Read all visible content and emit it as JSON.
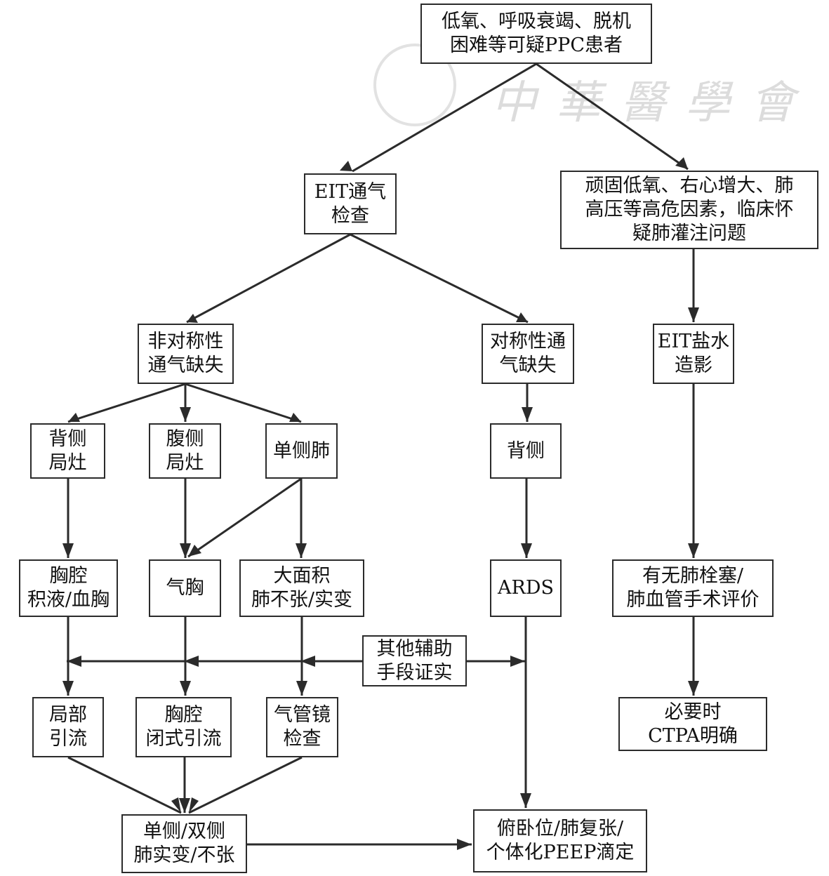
{
  "watermark": {
    "text": "中華醫學會",
    "seal": "seal-logo"
  },
  "nodes": {
    "start": {
      "lines": [
        "低氧、呼吸衰竭、脱机",
        "困难等可疑PPC患者"
      ]
    },
    "eit_vent": {
      "lines": [
        "EIT通气",
        "检查"
      ]
    },
    "perfusion_suspect": {
      "lines": [
        "顽固低氧、右心增大、肺",
        "高压等高危因素，临床怀",
        "疑肺灌注问题"
      ]
    },
    "asym": {
      "lines": [
        "非对称性",
        "通气缺失"
      ]
    },
    "sym": {
      "lines": [
        "对称性通",
        "气缺失"
      ]
    },
    "eit_saline": {
      "lines": [
        "EIT盐水",
        "造影"
      ]
    },
    "dorsal_focal": {
      "lines": [
        "背侧",
        "局灶"
      ]
    },
    "ventral_focal": {
      "lines": [
        "腹侧",
        "局灶"
      ]
    },
    "unilateral": {
      "lines": [
        "单侧肺"
      ]
    },
    "dorsal": {
      "lines": [
        "背侧"
      ]
    },
    "effusion": {
      "lines": [
        "胸腔",
        "积液/血胸"
      ]
    },
    "pneumothorax": {
      "lines": [
        "气胸"
      ]
    },
    "atelectasis": {
      "lines": [
        "大面积",
        "肺不张/实变"
      ]
    },
    "ards": {
      "lines": [
        "ARDS"
      ]
    },
    "pe_eval": {
      "lines": [
        "有无肺栓塞/",
        "肺血管手术评价"
      ]
    },
    "other_aux": {
      "lines": [
        "其他辅助",
        "手段证实"
      ]
    },
    "local_drain": {
      "lines": [
        "局部",
        "引流"
      ]
    },
    "closed_drain": {
      "lines": [
        "胸腔",
        "闭式引流"
      ]
    },
    "bronchoscopy": {
      "lines": [
        "气管镜",
        "检查"
      ]
    },
    "ctpa": {
      "lines": [
        "必要时",
        "CTPA明确"
      ]
    },
    "consolidation": {
      "lines": [
        "单侧/双侧",
        "肺实变/不张"
      ]
    },
    "treatment": {
      "lines": [
        "俯卧位/肺复张/",
        "个体化PEEP滴定"
      ]
    }
  },
  "edges": [
    [
      "start",
      "eit_vent"
    ],
    [
      "start",
      "perfusion_suspect"
    ],
    [
      "eit_vent",
      "asym"
    ],
    [
      "eit_vent",
      "sym"
    ],
    [
      "perfusion_suspect",
      "eit_saline"
    ],
    [
      "asym",
      "dorsal_focal"
    ],
    [
      "asym",
      "ventral_focal"
    ],
    [
      "asym",
      "unilateral"
    ],
    [
      "sym",
      "dorsal"
    ],
    [
      "eit_saline",
      "pe_eval"
    ],
    [
      "dorsal_focal",
      "effusion"
    ],
    [
      "ventral_focal",
      "pneumothorax"
    ],
    [
      "unilateral",
      "pneumothorax"
    ],
    [
      "unilateral",
      "atelectasis"
    ],
    [
      "dorsal",
      "ards"
    ],
    [
      "pe_eval",
      "ctpa"
    ],
    [
      "effusion",
      "local_drain"
    ],
    [
      "pneumothorax",
      "closed_drain"
    ],
    [
      "atelectasis",
      "bronchoscopy"
    ],
    [
      "other_aux",
      "local_drain"
    ],
    [
      "other_aux",
      "closed_drain"
    ],
    [
      "other_aux",
      "bronchoscopy"
    ],
    [
      "other_aux",
      "treatment"
    ],
    [
      "local_drain",
      "consolidation"
    ],
    [
      "closed_drain",
      "consolidation"
    ],
    [
      "bronchoscopy",
      "consolidation"
    ],
    [
      "ards",
      "treatment"
    ],
    [
      "consolidation",
      "treatment"
    ]
  ]
}
